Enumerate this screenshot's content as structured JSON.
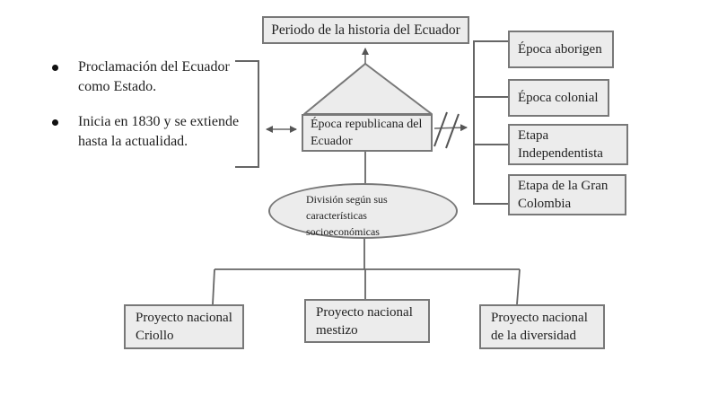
{
  "diagram": {
    "top_box": {
      "label": "Periodo de la historia del Ecuador"
    },
    "notes": {
      "items": [
        {
          "text": "Proclamación del Ecuador como Estado."
        },
        {
          "text": "Inicia en 1830 y se extiende hasta la actualidad."
        }
      ]
    },
    "center_box": {
      "label": "Época republicana del Ecuador"
    },
    "stages": {
      "items": [
        {
          "label": "Época aborigen"
        },
        {
          "label": "Época colonial"
        },
        {
          "label": "Etapa Independentista"
        },
        {
          "label": "Etapa de la Gran Colombia"
        }
      ]
    },
    "division_ellipse": {
      "label": "División según sus características socioeconómicas"
    },
    "projects": {
      "items": [
        {
          "label": "Proyecto nacional Criollo"
        },
        {
          "label": "Proyecto nacional mestizo"
        },
        {
          "label": "Proyecto nacional de la diversidad"
        }
      ]
    },
    "colors": {
      "box_fill": "#ececec",
      "box_border": "#787878",
      "connector": "#666666",
      "text": "#1f1f1f",
      "background": "#ffffff"
    }
  }
}
